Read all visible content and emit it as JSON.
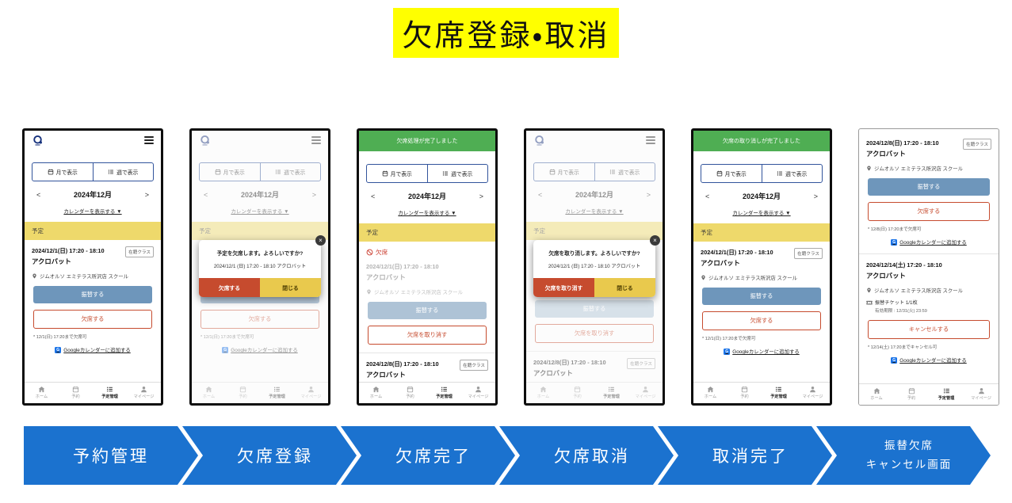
{
  "title": "欠席登録・取消",
  "icons": {
    "google": "G",
    "close": "×"
  },
  "flow": [
    {
      "label": "予約管理",
      "sub": ""
    },
    {
      "label": "欠席登録",
      "sub": ""
    },
    {
      "label": "欠席完了",
      "sub": ""
    },
    {
      "label": "欠席取消",
      "sub": ""
    },
    {
      "label": "取消完了",
      "sub": ""
    },
    {
      "label": "振替欠席",
      "sub": "キャンセル画面"
    }
  ],
  "common": {
    "tab_month": "月で表示",
    "tab_week": "週で表示",
    "prev": "<",
    "next": ">",
    "month_label": "2024年12月",
    "calendar_toggle": "カレンダーを表示する ▼",
    "schedule_header": "予定",
    "badge": "在籍クラス",
    "location": "ジムオルソ エミテラス所沢店 スクール",
    "btn_transfer": "振替する",
    "btn_absent": "欠席する",
    "btn_cancel_absent": "欠席を取り消す",
    "btn_cancel": "キャンセルする",
    "btn_close": "閉じる",
    "google_link": "Googleカレンダーに追加する",
    "absent_label": "欠席",
    "nav_home": "ホーム",
    "nav_reserve": "予約",
    "nav_schedule": "予定管理",
    "nav_mypage": "マイページ"
  },
  "events": {
    "e1_datetime": "2024/12/1(日) 17:20 - 18:10",
    "e1_name": "アクロバット",
    "e1_note": "* 12/1(日) 17:20まで欠席可",
    "e2_datetime": "2024/12/8(日) 17:20 - 18:10",
    "e2_name": "アクロバット",
    "e2_note": "* 12/8(日) 17:20まで欠席可",
    "e3_datetime": "2024/12/14(土) 17:20 - 18:10",
    "e3_name": "アクロバット",
    "e3_note": "* 12/14(土) 17:20までキャンセル可",
    "ticket_line": "振替チケット 1/1枚",
    "ticket_expiry": "有効期限 : 12/31(火) 23:59"
  },
  "banners": {
    "absent_done": "欠席処理が完了しました",
    "cancel_done": "欠席の取り消しが完了しました"
  },
  "modals": {
    "absent_q": "予定を欠席します。よろしいですか?",
    "absent_event": "2024/12/1 (日) 17:20 - 18:10 アクロバット",
    "cancel_q": "欠席を取り消します。よろしいですか?",
    "cancel_event": "2024/12/1 (日) 17:20 - 18:10 アクロバット"
  }
}
